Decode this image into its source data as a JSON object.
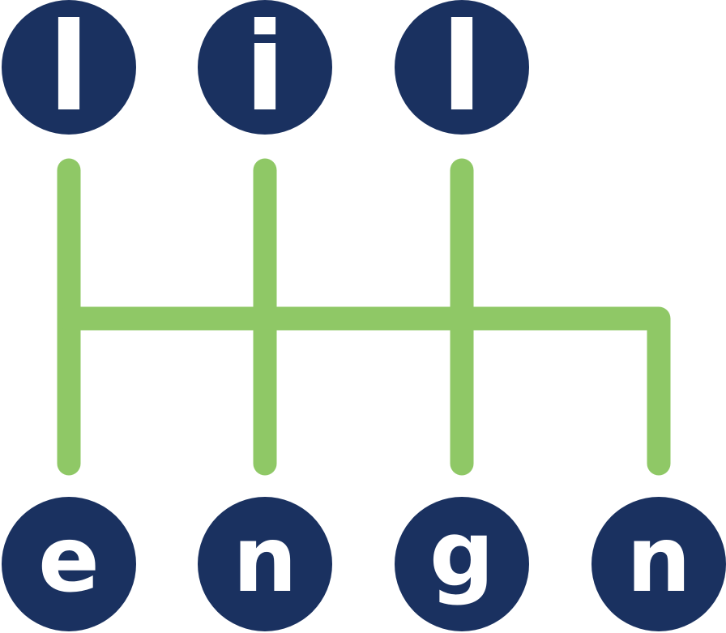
{
  "logo": {
    "top_letters": [
      "l",
      "i",
      "l"
    ],
    "bottom_letters": [
      "e",
      "n",
      "g",
      "n"
    ],
    "word_top": "lil",
    "word_bottom": "engn",
    "icon": "gear-shift-pattern-icon"
  },
  "colors": {
    "circle": "#1a3160",
    "letter": "#ffffff",
    "shift_lines": "#8fc866",
    "background": "#ffffff"
  }
}
